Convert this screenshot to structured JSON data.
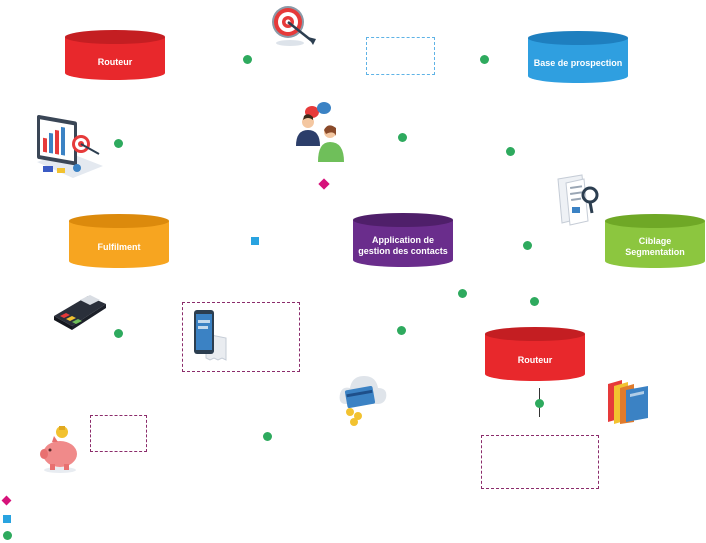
{
  "nodes": {
    "routeur_top": {
      "label": "Routeur",
      "color": "#e8282c"
    },
    "base_prospection": {
      "label": "Base de prospection",
      "color": "#2f9fe0"
    },
    "fulfilment": {
      "label": "Fulfilment",
      "color": "#f7a520"
    },
    "app_contacts": {
      "label": "Application de\ngestion des contacts",
      "color": "#6a2d8c"
    },
    "ciblage": {
      "label": "Ciblage\nSegmentation",
      "color": "#8cc63f"
    },
    "routeur_bottom": {
      "label": "Routeur",
      "color": "#e8282c"
    }
  },
  "colors": {
    "dot": "#2eaa5e",
    "legend_diamond": "#d6127a",
    "legend_square": "#29a3e0",
    "dashed_purple": "#8b2c6b",
    "dashed_blue": "#5fb3e6"
  },
  "icons": [
    "target-icon",
    "analytics-dashboard-icon",
    "people-chat-icon",
    "document-search-icon",
    "payment-terminal-icon",
    "mobile-receipt-icon",
    "cloud-card-icon",
    "folders-icon",
    "piggy-bank-icon"
  ]
}
